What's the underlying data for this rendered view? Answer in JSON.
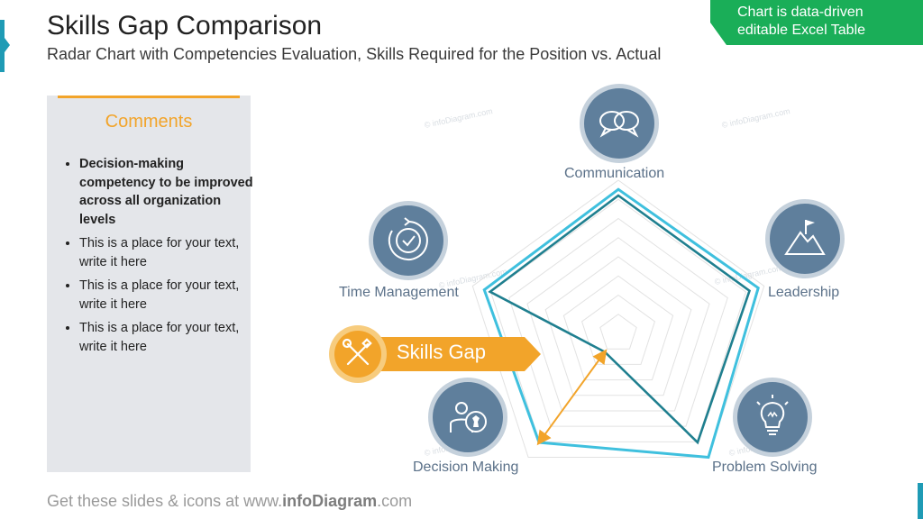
{
  "header": {
    "title": "Skills Gap Comparison",
    "subtitle": "Radar Chart with Competencies Evaluation, Skills Required for the Position vs. Actual",
    "badge_line1": "Chart is data-driven",
    "badge_line2": "editable Excel Table"
  },
  "comments": {
    "title": "Comments",
    "items": [
      "Decision-making competency to be improved across all organization  levels",
      "This is a place for your text, write it here",
      "This is a place for your text, write it here",
      "This is a place for your text, write it here"
    ]
  },
  "callout": {
    "label": "Skills Gap"
  },
  "footer": {
    "prefix": "Get these slides & icons at www.",
    "brand": "infoDiagram",
    "suffix": ".com"
  },
  "watermark": "© infoDiagram.com",
  "colors": {
    "required": "#3fc0de",
    "actual": "#1f7f8f",
    "icon_bg": "#5f7f9c",
    "accent": "#f2a42a",
    "badge": "#1aae58"
  },
  "icons": {
    "communication": "speech-bubbles-icon",
    "leadership": "mountain-flag-icon",
    "problem_solving": "lightbulb-icon",
    "decision_making": "person-chess-icon",
    "time_management": "clock-cycle-icon",
    "skills_gap": "tools-icon"
  },
  "chart_data": {
    "type": "radar",
    "categories": [
      "Communication",
      "Leadership",
      "Problem Solving",
      "Decision Making",
      "Time Management"
    ],
    "series": [
      {
        "values": [
          94,
          96,
          100,
          88,
          92
        ]
      },
      {
        "values": [
          90,
          90,
          88,
          15,
          88
        ]
      }
    ],
    "rlim": [
      0,
      100
    ],
    "grid_rings": 8
  }
}
